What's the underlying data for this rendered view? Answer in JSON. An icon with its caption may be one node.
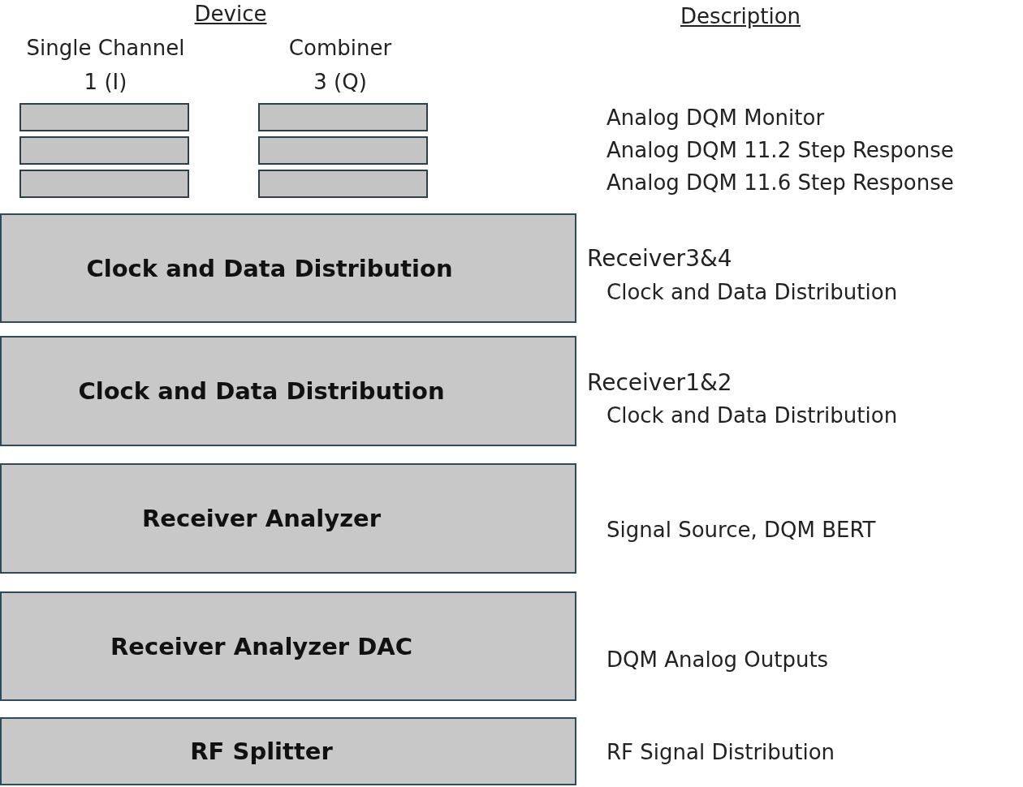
{
  "diagram": {
    "nodes": [
      {
        "text": [],
        "shape": "box"
      },
      {
        "text": [],
        "shape": "box"
      },
      {
        "text": [],
        "shape": "box"
      },
      {
        "text": [],
        "shape": "box"
      },
      {
        "text": [],
        "shape": "box"
      },
      {
        "text": [],
        "shape": "box"
      },
      {
        "text": [
          "Clock and Data Distribution"
        ],
        "beside": [
          "Receiver3&4",
          "Clock and Data Distribution"
        ]
      },
      {
        "text": [
          "Clock and Data Distribution"
        ],
        "beside": [
          "Receiver1&2",
          "Clock and Data Distribution"
        ]
      },
      {
        "text": [
          "Receiver Analyzer"
        ],
        "beside": [
          "Signal Source, DQM BERT"
        ]
      },
      {
        "text": [
          "Receiver Analyzer DAC"
        ],
        "beside": [
          "DQM Analog Outputs"
        ]
      },
      {
        "text": [
          "RF Splitter"
        ],
        "beside": [
          "RF Signal Distribution"
        ]
      }
    ],
    "labels": [
      "Device",
      "Description",
      "Single Channel",
      "Combiner",
      "1 (I)",
      "3 (Q)",
      "Analog DQM Monitor",
      "Analog DQM 11.2 Step Response",
      "Analog DQM 11.6 Step Response"
    ]
  }
}
